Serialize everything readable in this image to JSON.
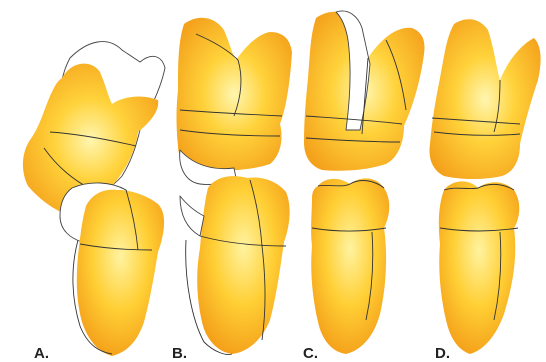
{
  "panels": [
    {
      "label": "A."
    },
    {
      "label": "B."
    },
    {
      "label": "C."
    },
    {
      "label": "D."
    }
  ],
  "colors": {
    "tooth_highlight": "#fff6b0",
    "tooth_mid": "#ffd23a",
    "tooth_edge": "#f4a21c",
    "outline": "#333333"
  }
}
